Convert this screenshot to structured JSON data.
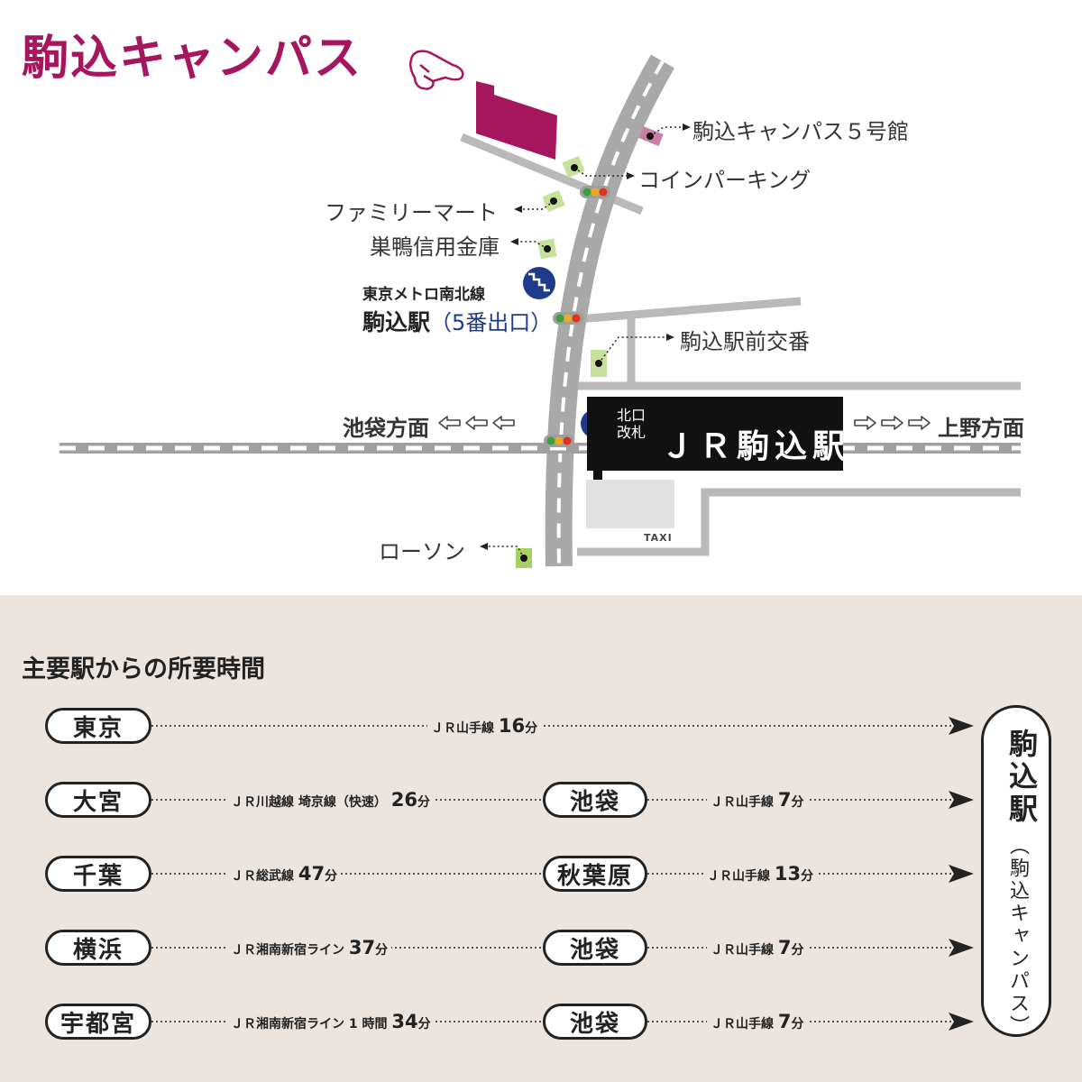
{
  "map": {
    "campus_title": "駒込キャンパス",
    "places": {
      "campus5": "駒込キャンパス５号館",
      "parking": "コインパーキング",
      "familymart": "ファミリーマート",
      "sugamo_shinkin": "巣鴨信用金庫",
      "koban": "駒込駅前交番",
      "lawson": "ローソン"
    },
    "metro": {
      "line": "東京メトロ南北線",
      "station": "駒込駅",
      "exit": "（5番出口）"
    },
    "jr": {
      "station": "ＪＲ駒込駅",
      "gate_line1": "北口",
      "gate_line2": "改札",
      "taxi": "TAXI"
    },
    "directions": {
      "west": "池袋方面",
      "east": "上野方面"
    },
    "colors": {
      "campus": "#a5165f",
      "landmark": "#c6e29a",
      "road": "#b9b9b9",
      "metro": "#1e3a8a"
    }
  },
  "panel": {
    "title": "主要駅からの所要時間",
    "destination": {
      "main": "駒込駅",
      "sub": "（駒込キャンパス）"
    },
    "routes": [
      {
        "origin": "東京",
        "legs": [
          {
            "line": "ＪＲ山手線",
            "minutes": "16",
            "unit": "分"
          }
        ]
      },
      {
        "origin": "大宮",
        "legs": [
          {
            "line": "ＪＲ川越線 埼京線（快速）",
            "minutes": "26",
            "unit": "分"
          }
        ],
        "transfer": "池袋",
        "legs2": [
          {
            "line": "ＪＲ山手線",
            "minutes": "7",
            "unit": "分"
          }
        ]
      },
      {
        "origin": "千葉",
        "legs": [
          {
            "line": "ＪＲ総武線",
            "minutes": "47",
            "unit": "分"
          }
        ],
        "transfer": "秋葉原",
        "legs2": [
          {
            "line": "ＪＲ山手線",
            "minutes": "13",
            "unit": "分"
          }
        ]
      },
      {
        "origin": "横浜",
        "legs": [
          {
            "line": "ＪＲ湘南新宿ライン",
            "minutes": "37",
            "unit": "分"
          }
        ],
        "transfer": "池袋",
        "legs2": [
          {
            "line": "ＪＲ山手線",
            "minutes": "7",
            "unit": "分"
          }
        ]
      },
      {
        "origin": "宇都宮",
        "legs": [
          {
            "line": "ＪＲ湘南新宿ライン 1 時間",
            "minutes": "34",
            "unit": "分"
          }
        ],
        "transfer": "池袋",
        "legs2": [
          {
            "line": "ＪＲ山手線",
            "minutes": "7",
            "unit": "分"
          }
        ]
      }
    ]
  }
}
